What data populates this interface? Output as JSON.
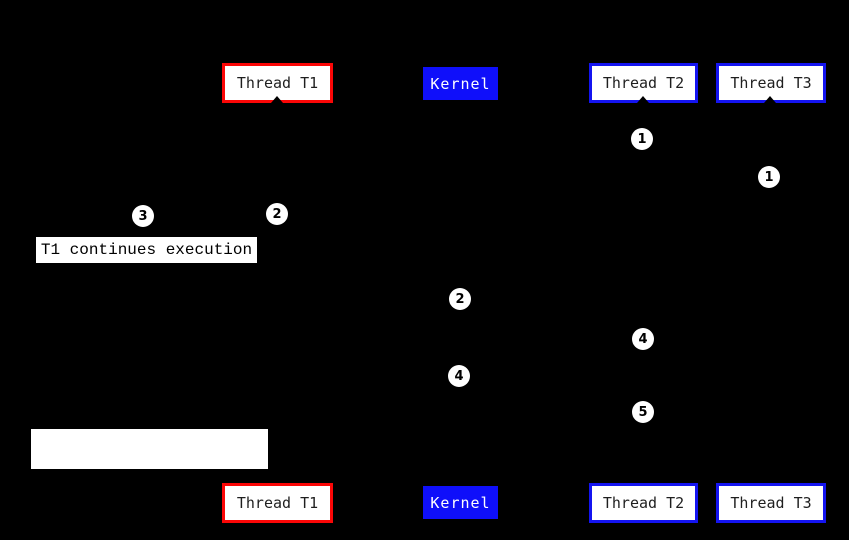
{
  "diagram": {
    "title_hint": "thread scheduling sequence diagram",
    "colors": {
      "page_bg": "#000000",
      "red_border": "#fb0606",
      "blue_border": "#1414f0",
      "kernel_fill": "#0f0ffa",
      "box_fill": "#ffffff",
      "box_text": "#1f1f1f",
      "kernel_text": "#ffffff"
    },
    "top_row": {
      "thread_t1": "Thread T1",
      "kernel": "Kernel",
      "thread_t2": "Thread T2",
      "thread_t3": "Thread T3"
    },
    "bottom_row": {
      "thread_t1": "Thread T1",
      "kernel": "Kernel",
      "thread_t2": "Thread T2",
      "thread_t3": "Thread T3"
    },
    "markers": [
      {
        "label": "1",
        "lane": "thread-t2"
      },
      {
        "label": "1",
        "lane": "thread-t3"
      },
      {
        "label": "2",
        "lane": "thread-t1"
      },
      {
        "label": "3",
        "lane": "thread-t1"
      },
      {
        "label": "2",
        "lane": "kernel"
      },
      {
        "label": "4",
        "lane": "thread-t2"
      },
      {
        "label": "4",
        "lane": "kernel"
      },
      {
        "label": "5",
        "lane": "thread-t2"
      }
    ],
    "annotation": "T1 continues execution",
    "blank_annotation": ""
  }
}
